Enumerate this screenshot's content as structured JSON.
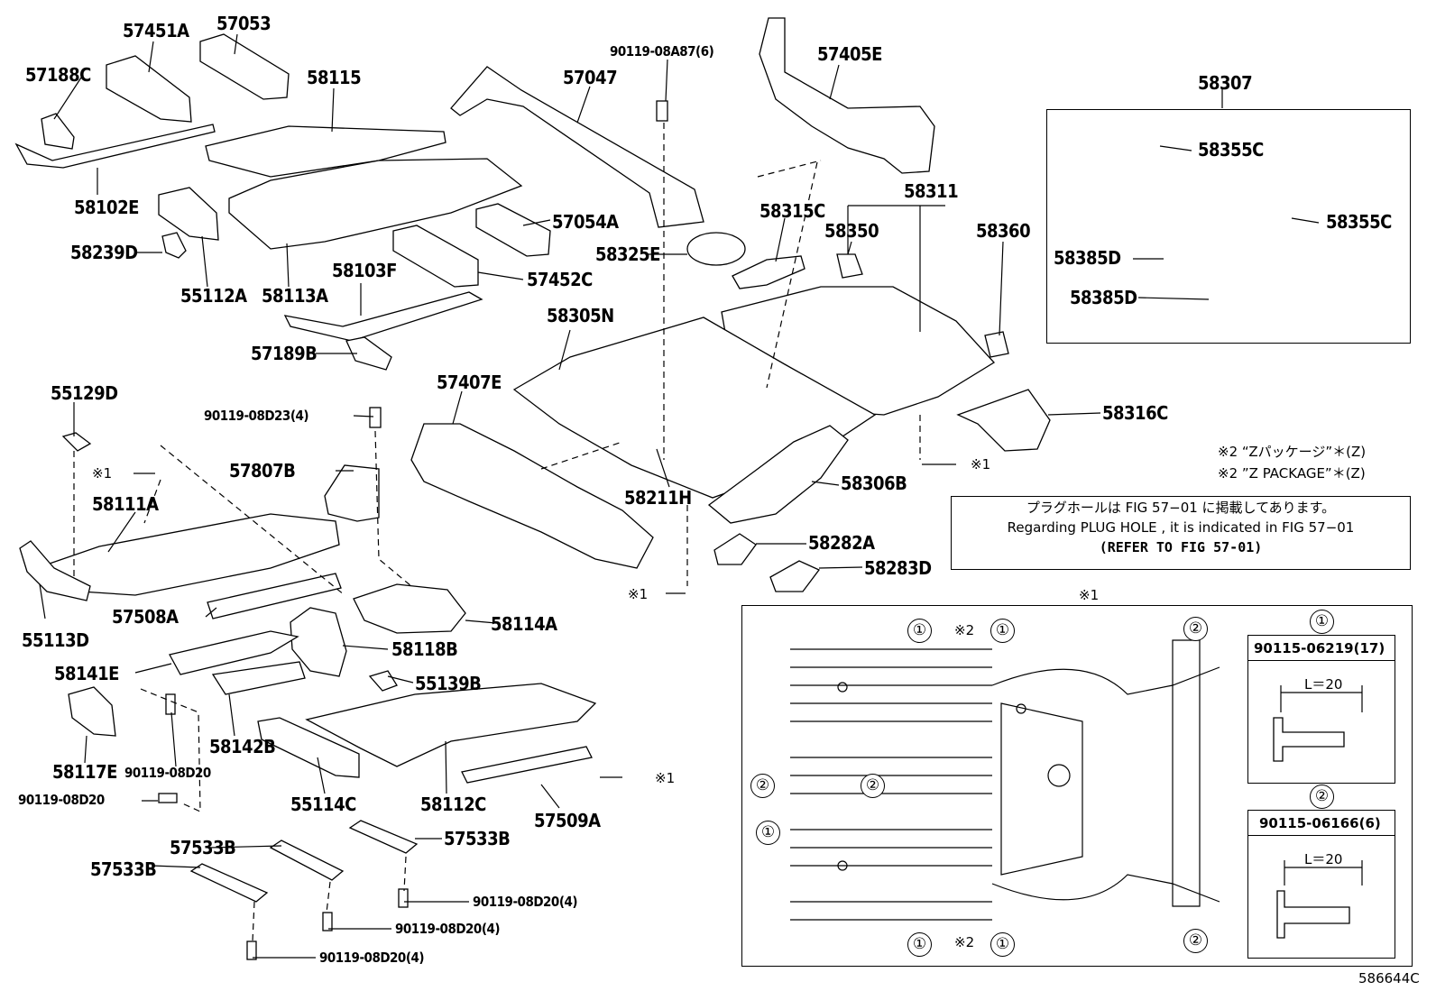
{
  "parts": {
    "p57451A": "57451A",
    "p57053": "57053",
    "p57188C": "57188C",
    "p58115": "58115",
    "p57047": "57047",
    "p9011908A87": "90119-08A87(6)",
    "p57405E": "57405E",
    "p58307": "58307",
    "p58355C_a": "58355C",
    "p58355C_b": "58355C",
    "p58385D_a": "58385D",
    "p58385D_b": "58385D",
    "p58102E": "58102E",
    "p58239D": "58239D",
    "p55112A": "55112A",
    "p58113A": "58113A",
    "p58103F": "58103F",
    "p57054A": "57054A",
    "p58325E": "58325E",
    "p57452C": "57452C",
    "p58315C": "58315C",
    "p58311": "58311",
    "p58350": "58350",
    "p58360": "58360",
    "p58305N": "58305N",
    "p57189B": "57189B",
    "p55129D": "55129D",
    "p9011908D23": "90119-08D23(4)",
    "p57407E": "57407E",
    "p58316C": "58316C",
    "p57807B": "57807B",
    "p58111A": "58111A",
    "p58211H": "58211H",
    "p58306B": "58306B",
    "p58282A": "58282A",
    "p58283D": "58283D",
    "p55113D": "55113D",
    "p57508A": "57508A",
    "p58114A": "58114A",
    "p58118B": "58118B",
    "p58141E": "58141E",
    "p55139B": "55139B",
    "p58117E": "58117E",
    "p58142B": "58142B",
    "p9011908D20_a": "90119-08D20",
    "p9011908D20_b": "90119-08D20",
    "p55114C": "55114C",
    "p58112C": "58112C",
    "p57509A": "57509A",
    "p57533B_a": "57533B",
    "p57533B_b": "57533B",
    "p57533B_c": "57533B",
    "p9011908D20_4a": "90119-08D20(4)",
    "p9011908D20_4b": "90119-08D20(4)",
    "p9011908D20_4c": "90119-08D20(4)"
  },
  "marks": {
    "x1": "※1",
    "x2": "※2",
    "c1": "①",
    "c2": "②"
  },
  "notes": {
    "z_package_jp": "※2 “Zパッケージ”＊(Z)",
    "z_package_en": "※2 ”Z PACKAGE”＊(Z)",
    "plug_jp": "プラグホールは FIG 57−01 に掲載してあります。",
    "plug_en": "Regarding PLUG HOLE , it is indicated in FIG 57−01",
    "plug_ref": "(REFER TO FIG 57-01)"
  },
  "detail": {
    "title": "※1",
    "bolt1_title": "90115-06219(17)",
    "bolt2_title": "90115-06166(6)",
    "length_label": "L＝20"
  },
  "figure_code": "586644C"
}
